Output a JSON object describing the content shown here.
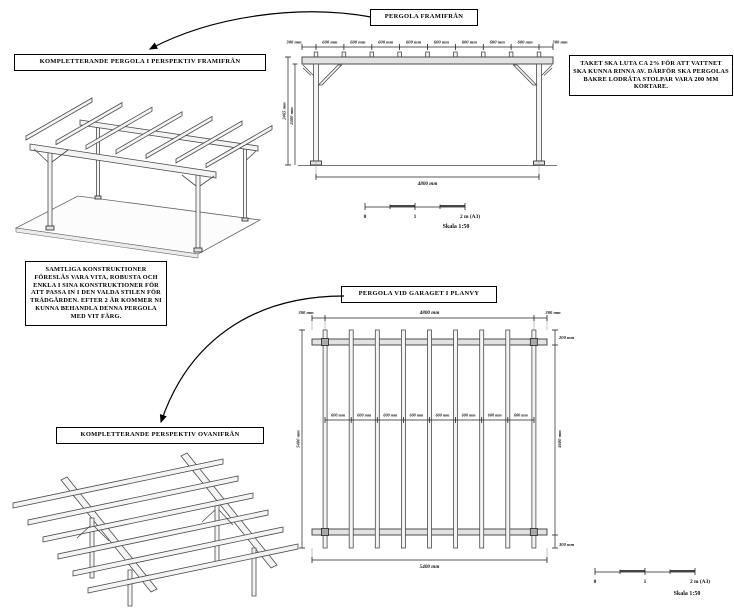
{
  "titles": {
    "front_view": "PERGOLA FRAMIFRÅN",
    "perspective_front": "KOMPLETTERANDE PERGOLA I PERSPEKTIV FRAMIFRÅN",
    "plan_view": "PERGOLA VID GARAGET I PLANVY",
    "perspective_top": "KOMPLETTERANDE PERSPEKTIV OVANIFRÅN"
  },
  "notes": {
    "roof": "TAKET SKA LUTA CA 2% FÖR ATT VATTNET SKA KUNNA RINNA AV. DÄRFÖR SKA PERGOLAS BAKRE LODRÄTA STOLPAR VARA 200 MM KORTARE.",
    "construction": "SAMTLIGA KONSTRUKTIONER FÖRESLÅS VARA VITA, ROBUSTA OCH ENKLA I SINA KONSTRUKTIONER FÖR ATT PASSA IN I DEN VALDA STILEN FÖR TRÄDGÅRDEN. EFTER 2 ÅR KOMMER NI KUNNA BEHANDLA DENNA PERGOLA MED VIT FÄRG."
  },
  "front_elevation": {
    "top_dims": [
      "300 mm",
      "600 mm",
      "600 mm",
      "600 mm",
      "600 mm",
      "600 mm",
      "600 mm",
      "600 mm",
      "600 mm",
      "300 mm"
    ],
    "height_outer": "2465 mm",
    "height_inner": "2400 mm",
    "span": "4800 mm"
  },
  "plan": {
    "left_margin": "300 mm",
    "span": "4800 mm",
    "right_margin": "300 mm",
    "right_top": "200 mm",
    "right_middle": "4600 mm",
    "right_bottom": "300 mm",
    "left_length": "5400 mm",
    "bottom_length": "5400 mm",
    "bay_dims": [
      "600 mm",
      "600 mm",
      "600 mm",
      "600 mm",
      "600 mm",
      "600 mm",
      "600 mm",
      "600 mm"
    ]
  },
  "scale_bar": {
    "t0": "0",
    "t1": "1",
    "t2": "2 m (A3)",
    "scale": "Skala 1:50"
  }
}
